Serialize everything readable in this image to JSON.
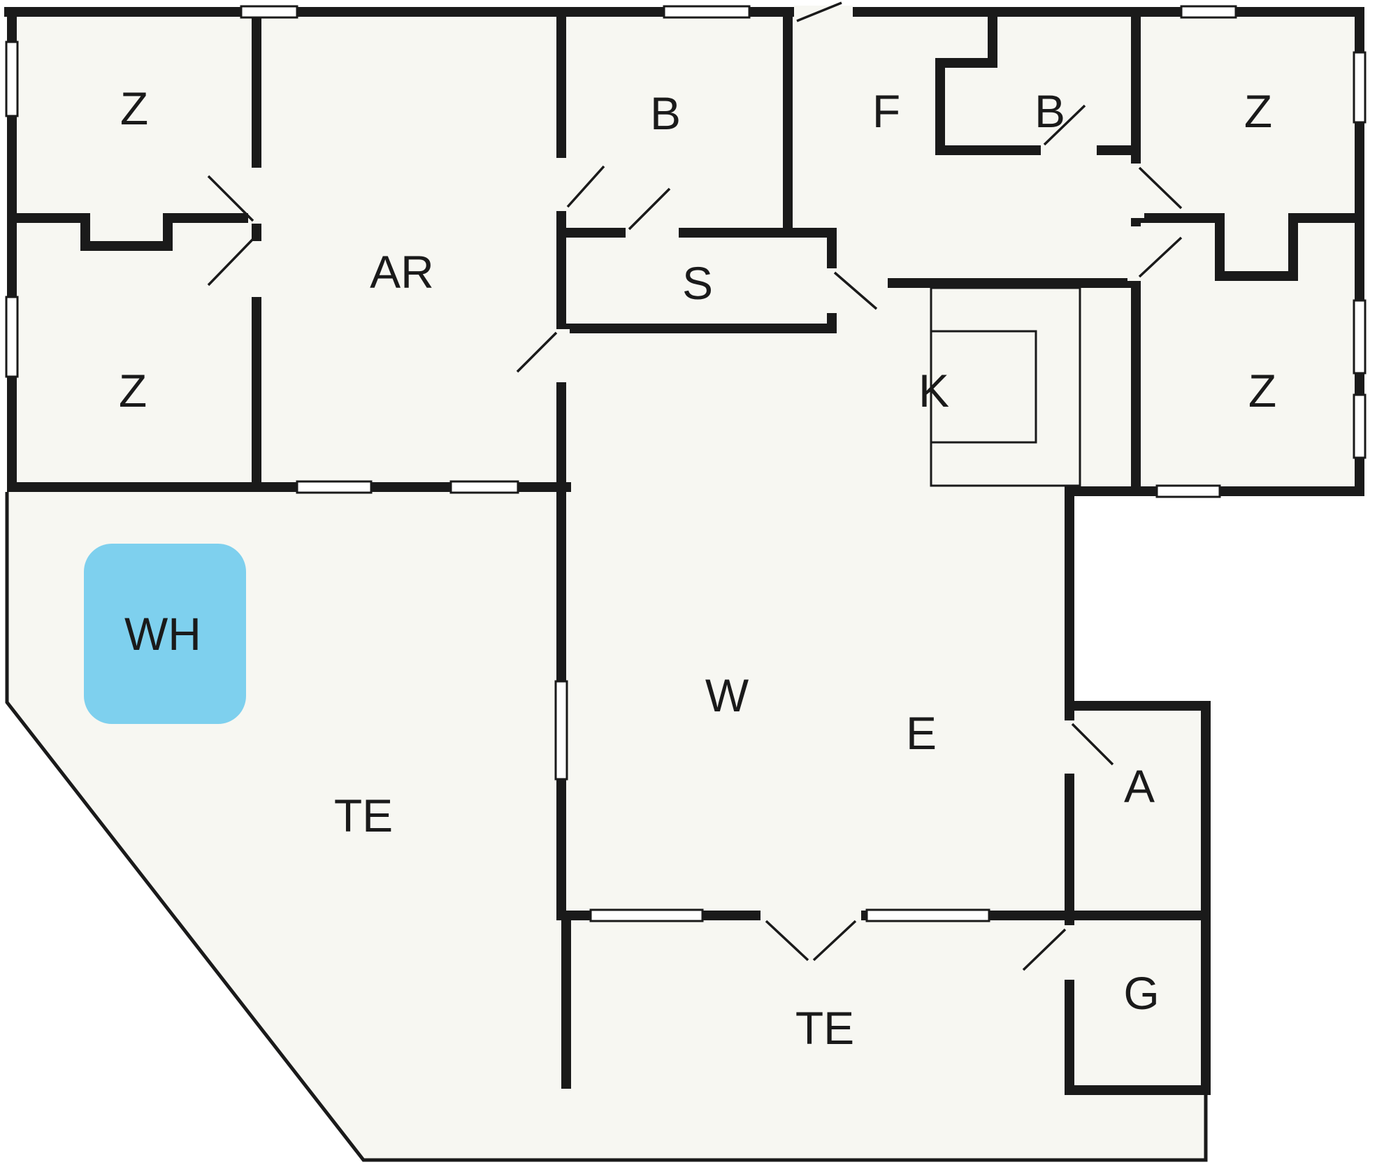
{
  "floorplan": {
    "type": "floor-plan",
    "colors": {
      "wall": "#1a1a1a",
      "floor": "#f7f7f2",
      "outside": "#ffffff",
      "whirlpool_fill": "#7ed0ee",
      "label": "#1a1a1a"
    },
    "rooms": [
      {
        "id": "z-top-left",
        "label": "Z"
      },
      {
        "id": "ar",
        "label": "AR"
      },
      {
        "id": "b-top",
        "label": "B"
      },
      {
        "id": "f",
        "label": "F"
      },
      {
        "id": "b-right",
        "label": "B"
      },
      {
        "id": "z-top-right",
        "label": "Z"
      },
      {
        "id": "z-mid-left",
        "label": "Z"
      },
      {
        "id": "s",
        "label": "S"
      },
      {
        "id": "k",
        "label": "K"
      },
      {
        "id": "z-mid-right",
        "label": "Z"
      },
      {
        "id": "wh",
        "label": "WH"
      },
      {
        "id": "te-left",
        "label": "TE"
      },
      {
        "id": "w",
        "label": "W"
      },
      {
        "id": "e",
        "label": "E"
      },
      {
        "id": "a",
        "label": "A"
      },
      {
        "id": "g",
        "label": "G"
      },
      {
        "id": "te-bottom",
        "label": "TE"
      }
    ]
  }
}
